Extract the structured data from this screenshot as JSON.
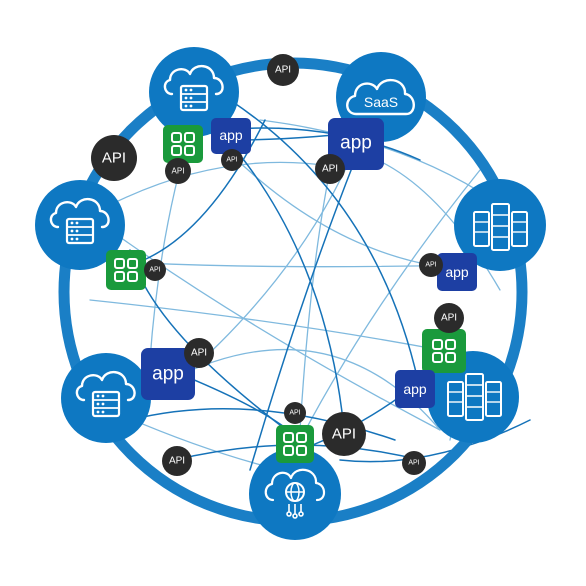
{
  "labels": {
    "api": "API",
    "app": "app",
    "saas": "SaaS"
  },
  "colors": {
    "ring": "#1a7fc6",
    "node": "#0e78c2",
    "line_dark": "#1572b8",
    "line_light": "#7fb9de",
    "app_tile": "#1d3fa3",
    "grid_tile": "#1a9a3c",
    "api_badge": "#2b2b2b",
    "background": "#ffffff"
  },
  "nodes": [
    {
      "id": "cloud-server-top",
      "icon": "cloud-server-icon"
    },
    {
      "id": "saas-cloud",
      "icon": "saas-cloud-icon"
    },
    {
      "id": "server-rack-right-upper",
      "icon": "server-rack-icon"
    },
    {
      "id": "server-rack-right-lower",
      "icon": "server-rack-icon"
    },
    {
      "id": "cloud-globe-bottom",
      "icon": "cloud-globe-icon"
    },
    {
      "id": "cloud-server-left-lower",
      "icon": "cloud-server-icon"
    },
    {
      "id": "cloud-server-left-upper",
      "icon": "cloud-server-icon"
    }
  ]
}
